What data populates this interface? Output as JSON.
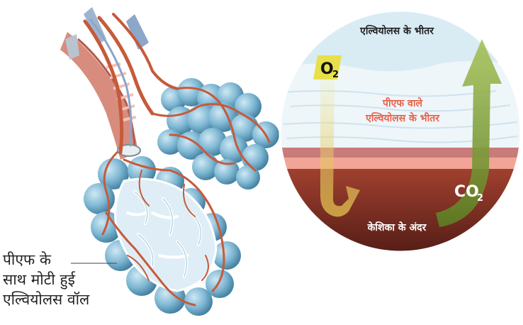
{
  "labels": {
    "top": "एल्वियोलस के भीतर",
    "o2": "O",
    "o2_sub": "2",
    "co2": "CO",
    "co2_sub": "2",
    "pf_line1": "पीएफ वाले",
    "pf_line2": "एल्वियोलस के भीतर",
    "capillary": "केशिका के अंदर",
    "left_line1": "पीएफ के",
    "left_line2": "साथ मोटी हुई",
    "left_line3": "एल्वियोलस वॉल"
  },
  "colors": {
    "alveoli": "#7fb8d4",
    "vessel": "#c65a3a",
    "air": "#d9ecf4",
    "thickened_wall": "#eef6fa",
    "membrane": "#c97b7b",
    "blood": "#7a2820",
    "o2_box": "#e8e04a",
    "co2_arrow": "#7fa03a",
    "pf_text": "#e8624a"
  }
}
